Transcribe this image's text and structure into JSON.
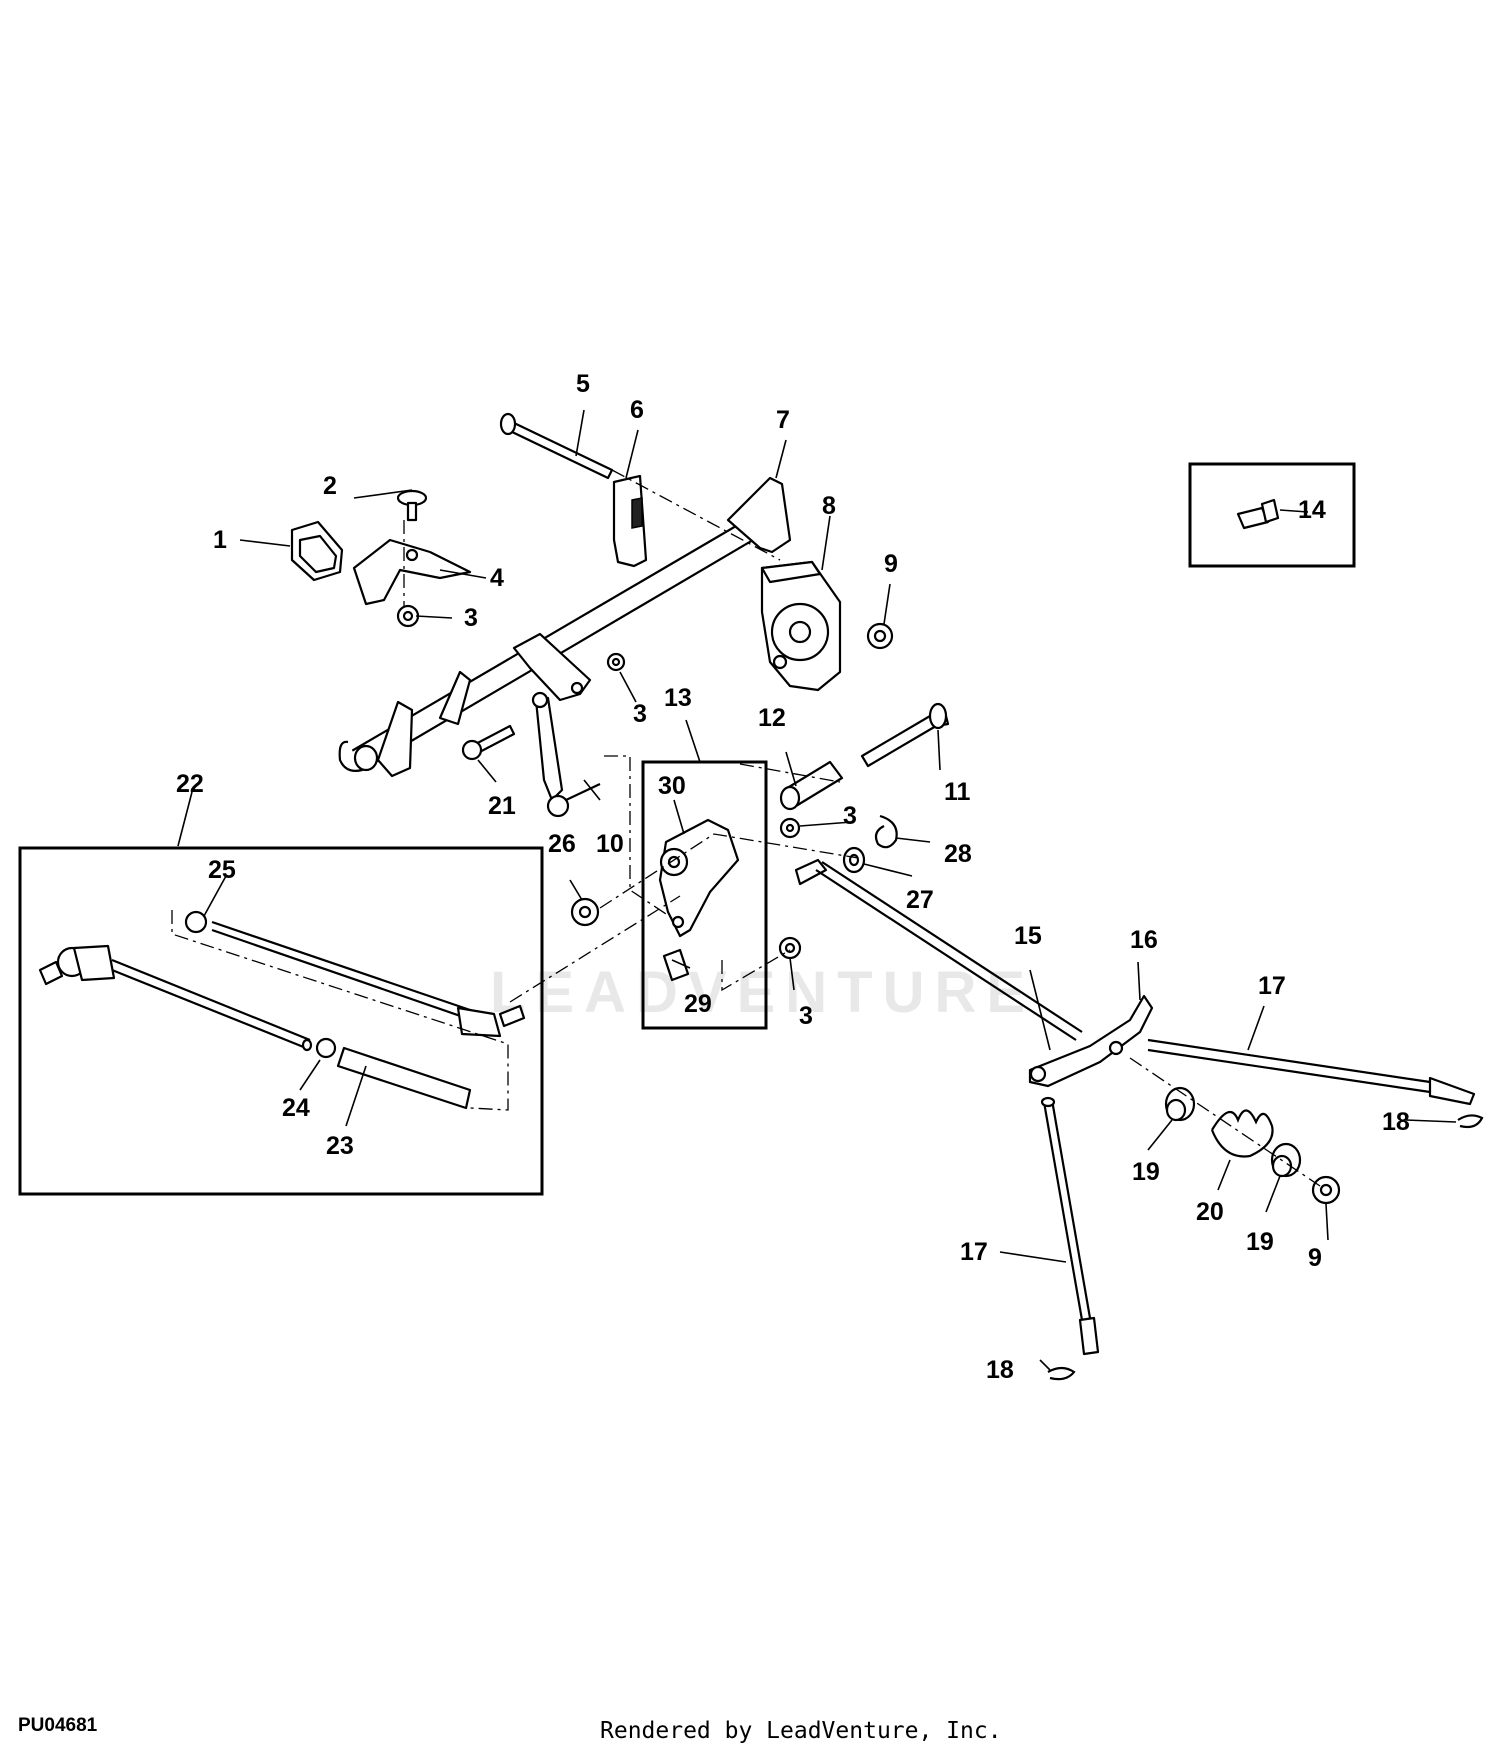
{
  "figure_id": "PU04681",
  "credit": "Rendered by LeadVenture, Inc.",
  "watermark": "LEADVENTURE",
  "callouts": {
    "c1": "1",
    "c2": "2",
    "c3a": "3",
    "c3b": "3",
    "c3c": "3",
    "c3d": "3",
    "c4": "4",
    "c5": "5",
    "c6": "6",
    "c7": "7",
    "c8": "8",
    "c9a": "9",
    "c9b": "9",
    "c10": "10",
    "c11": "11",
    "c12": "12",
    "c13": "13",
    "c14": "14",
    "c15": "15",
    "c16": "16",
    "c17a": "17",
    "c17b": "17",
    "c18a": "18",
    "c18b": "18",
    "c19a": "19",
    "c19b": "19",
    "c20": "20",
    "c21": "21",
    "c22": "22",
    "c23": "23",
    "c24": "24",
    "c25": "25",
    "c26": "26",
    "c27": "27",
    "c28": "28",
    "c29": "29",
    "c30": "30"
  }
}
